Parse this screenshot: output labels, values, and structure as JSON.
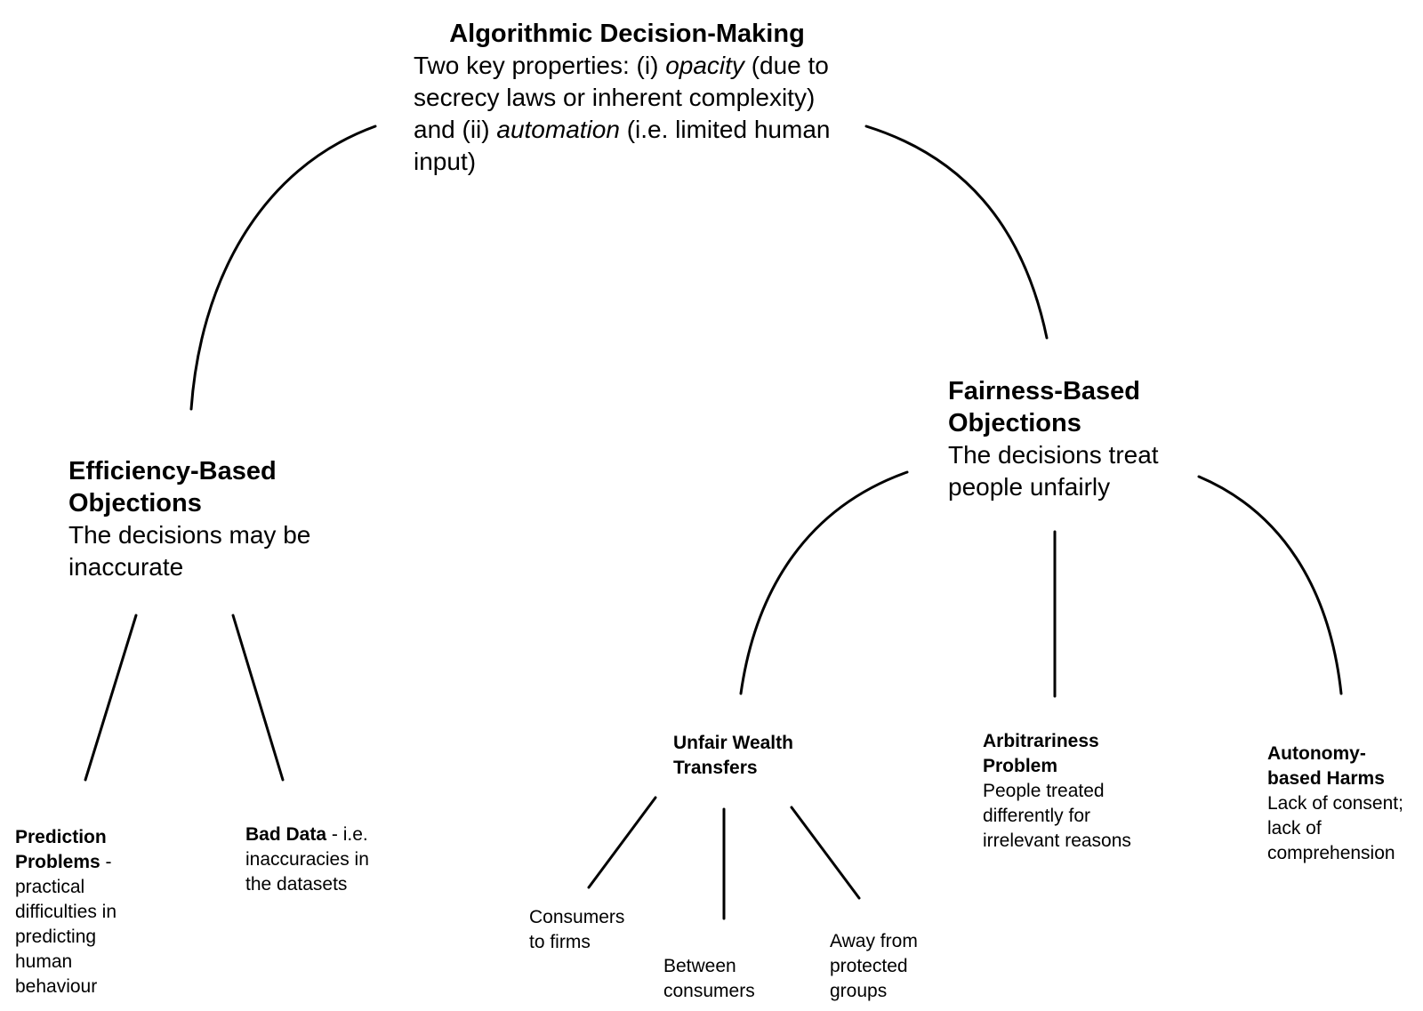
{
  "root": {
    "title": "Algorithmic Decision-Making",
    "desc_1": "Two key properties: (i) ",
    "desc_em1": "opacity",
    "desc_2": " (due to secrecy laws or inherent complexity) and (ii) ",
    "desc_em2": "automation",
    "desc_3": " (i.e. limited human input)"
  },
  "efficiency": {
    "title": "Efficiency-Based Objections",
    "desc": "The decisions may be inaccurate",
    "prediction": {
      "title": "Prediction Problems",
      "desc": " - practical difficulties in predicting human behaviour"
    },
    "bad_data": {
      "title": "Bad Data",
      "desc": " - i.e. inaccuracies in the datasets"
    }
  },
  "fairness": {
    "title": "Fairness-Based Objections",
    "desc": "The decisions treat people unfairly",
    "wealth": {
      "title": "Unfair Wealth Transfers",
      "leaves": [
        "Consumers to firms",
        "Between consumers",
        "Away from protected groups"
      ]
    },
    "arbitrariness": {
      "title": "Arbitrariness Problem",
      "desc": "People treated differently for irrelevant reasons"
    },
    "autonomy": {
      "title": "Autonomy-based Harms",
      "desc": "Lack of consent; lack of comprehension"
    }
  }
}
